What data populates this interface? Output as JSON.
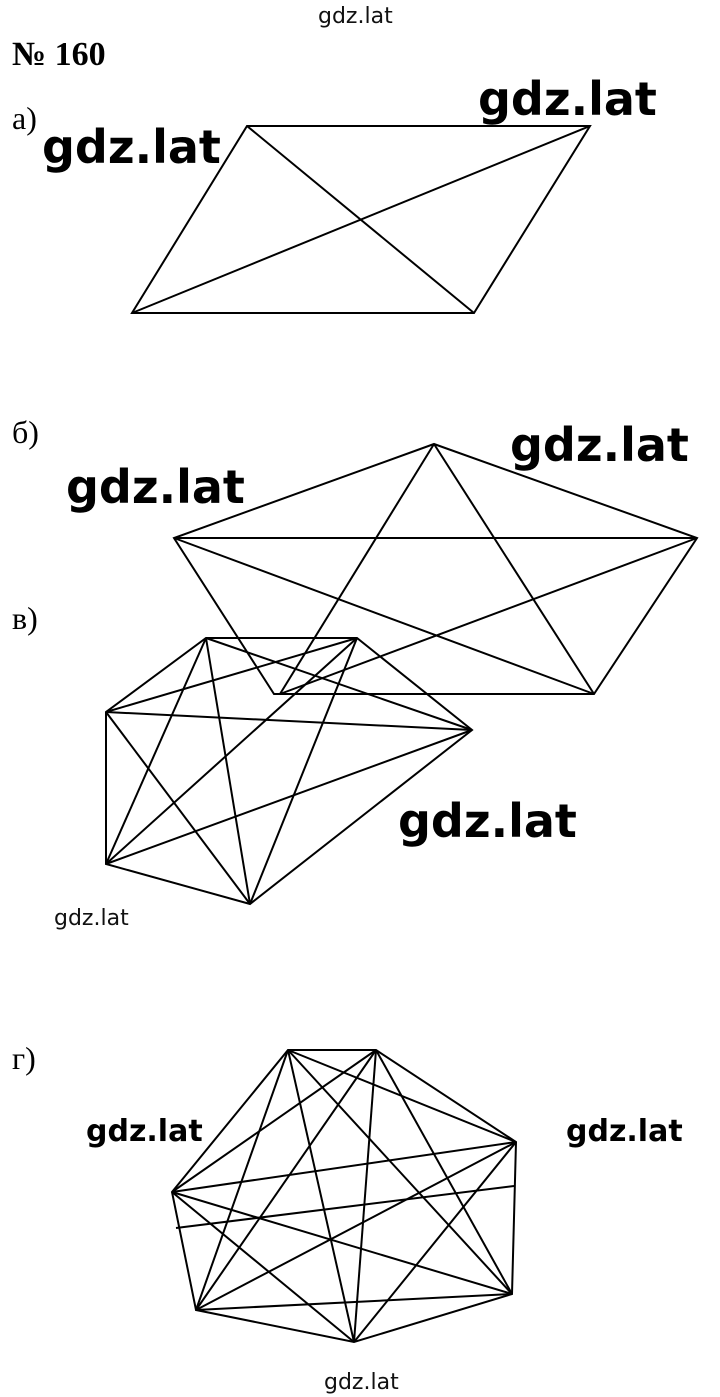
{
  "problem_number": "№ 160",
  "parts": [
    {
      "label": "а)"
    },
    {
      "label": "б)"
    },
    {
      "label": "в)"
    },
    {
      "label": "г)"
    }
  ],
  "watermark": "gdz.lat"
}
